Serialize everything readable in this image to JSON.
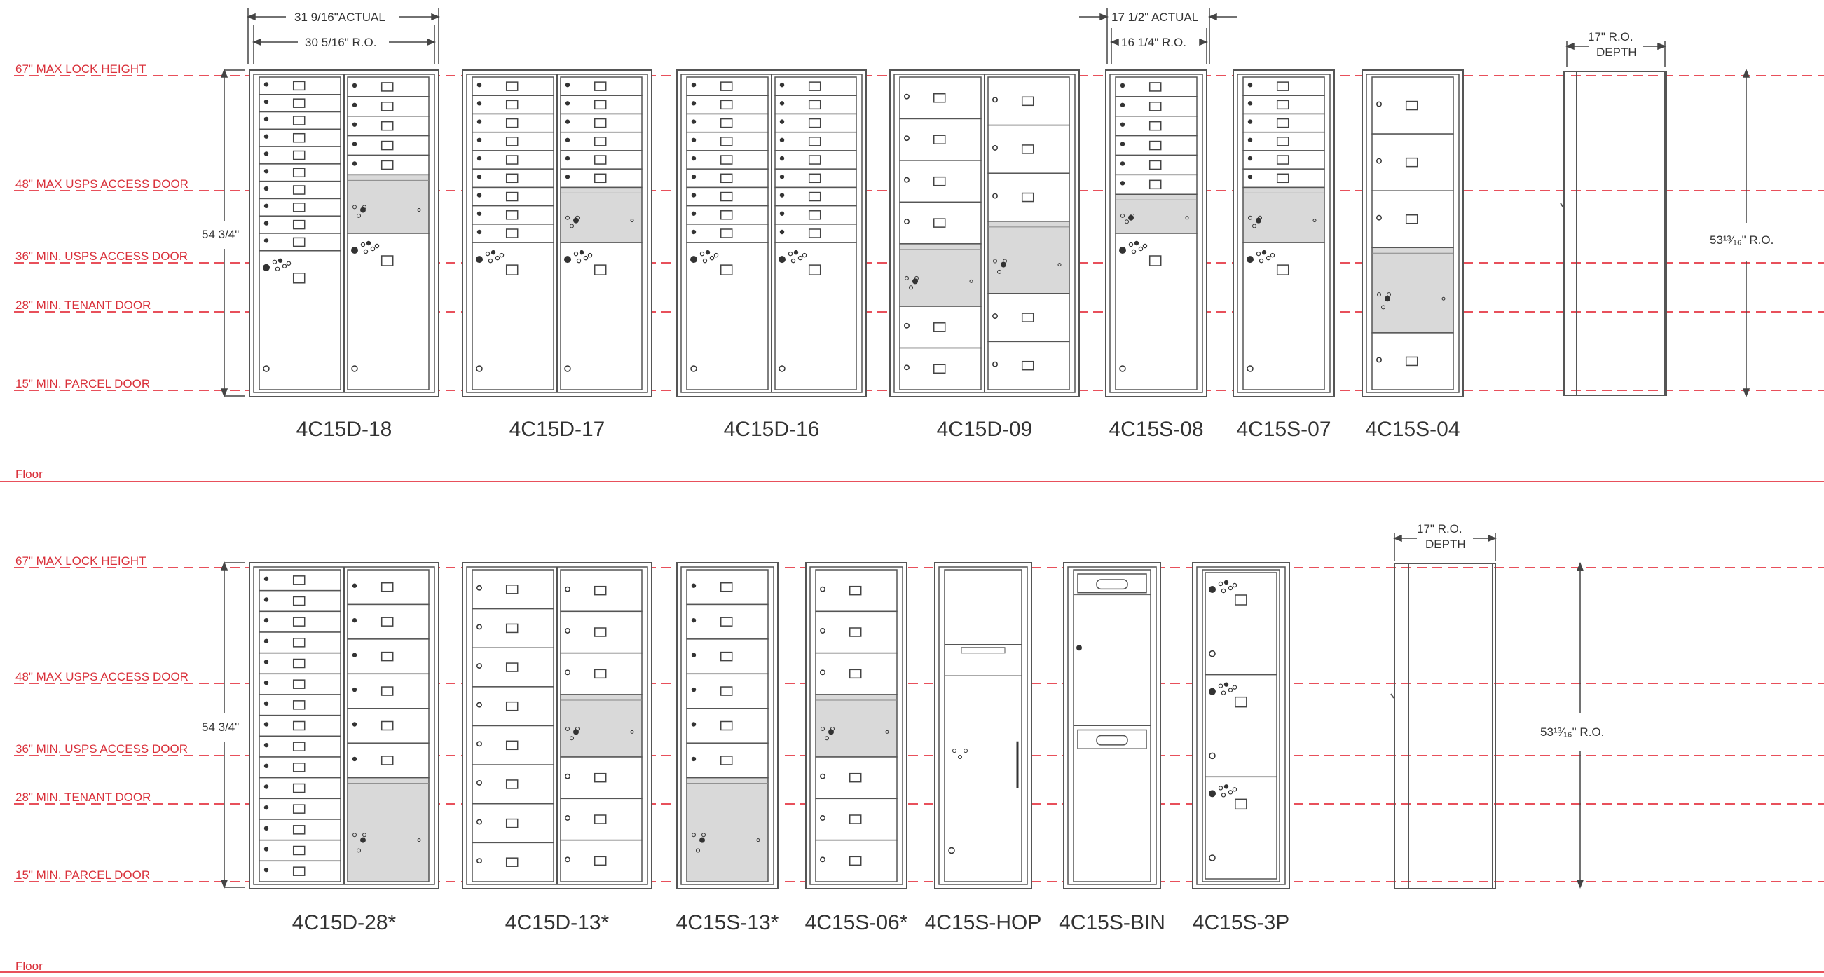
{
  "colors": {
    "reference_line": "#e8505b",
    "reference_text": "#d9303a",
    "drawing": "#555555",
    "usps_panel": "#d9d9d9"
  },
  "reference_lines": [
    "67\" MAX LOCK HEIGHT",
    "48\" MAX USPS ACCESS DOOR",
    "36\" MIN. USPS ACCESS DOOR",
    "28\" MIN. TENANT DOOR",
    "15\" MIN. PARCEL DOOR"
  ],
  "floor_label": "Floor",
  "dimensions": {
    "double_actual": "31 9/16\"ACTUAL",
    "double_ro": "30 5/16\" R.O.",
    "single_actual": "17 1/2\" ACTUAL",
    "single_ro": "16 1/4\" R.O.",
    "height": "54 3/4\"",
    "depth_top": "17\" R.O.",
    "depth_bottom": "DEPTH",
    "side_ro": "53¹³⁄₁₆\" R.O."
  },
  "rows": [
    {
      "modules": [
        {
          "label": "4C15D-18",
          "kind": "double",
          "columns": [
            "u10t2",
            "u5p7t2"
          ]
        },
        {
          "label": "4C15D-17",
          "kind": "double",
          "columns": [
            "u9t2",
            "u6p7t2"
          ]
        },
        {
          "label": "4C15D-16",
          "kind": "double",
          "columns": [
            "u9t2",
            "u9t2"
          ]
        },
        {
          "label": "4C15D-09",
          "kind": "double",
          "columns": [
            "l4p7l2",
            "l3p7l2"
          ]
        },
        {
          "label": "4C15S-08",
          "kind": "single",
          "columns": [
            "u6p6t2"
          ]
        },
        {
          "label": "4C15S-07",
          "kind": "single",
          "columns": [
            "u6p7t2"
          ]
        },
        {
          "label": "4C15S-04",
          "kind": "single",
          "columns": [
            "l3p7l1"
          ]
        }
      ]
    },
    {
      "modules": [
        {
          "label": "4C15D-28*",
          "kind": "double",
          "columns": [
            "u15",
            "u6p13"
          ]
        },
        {
          "label": "4C15D-13*",
          "kind": "double",
          "columns": [
            "l3l4l1",
            "l3p7l3"
          ]
        },
        {
          "label": "4C15S-13*",
          "kind": "single",
          "columns": [
            "u6p13"
          ]
        },
        {
          "label": "4C15S-06*",
          "kind": "single",
          "columns": [
            "l3p7l3"
          ]
        },
        {
          "label": "4C15S-HOP",
          "kind": "special",
          "columns": [
            "hop"
          ]
        },
        {
          "label": "4C15S-BIN",
          "kind": "special",
          "columns": [
            "bin"
          ]
        },
        {
          "label": "4C15S-3P",
          "kind": "special",
          "columns": [
            "3p"
          ]
        }
      ]
    }
  ]
}
